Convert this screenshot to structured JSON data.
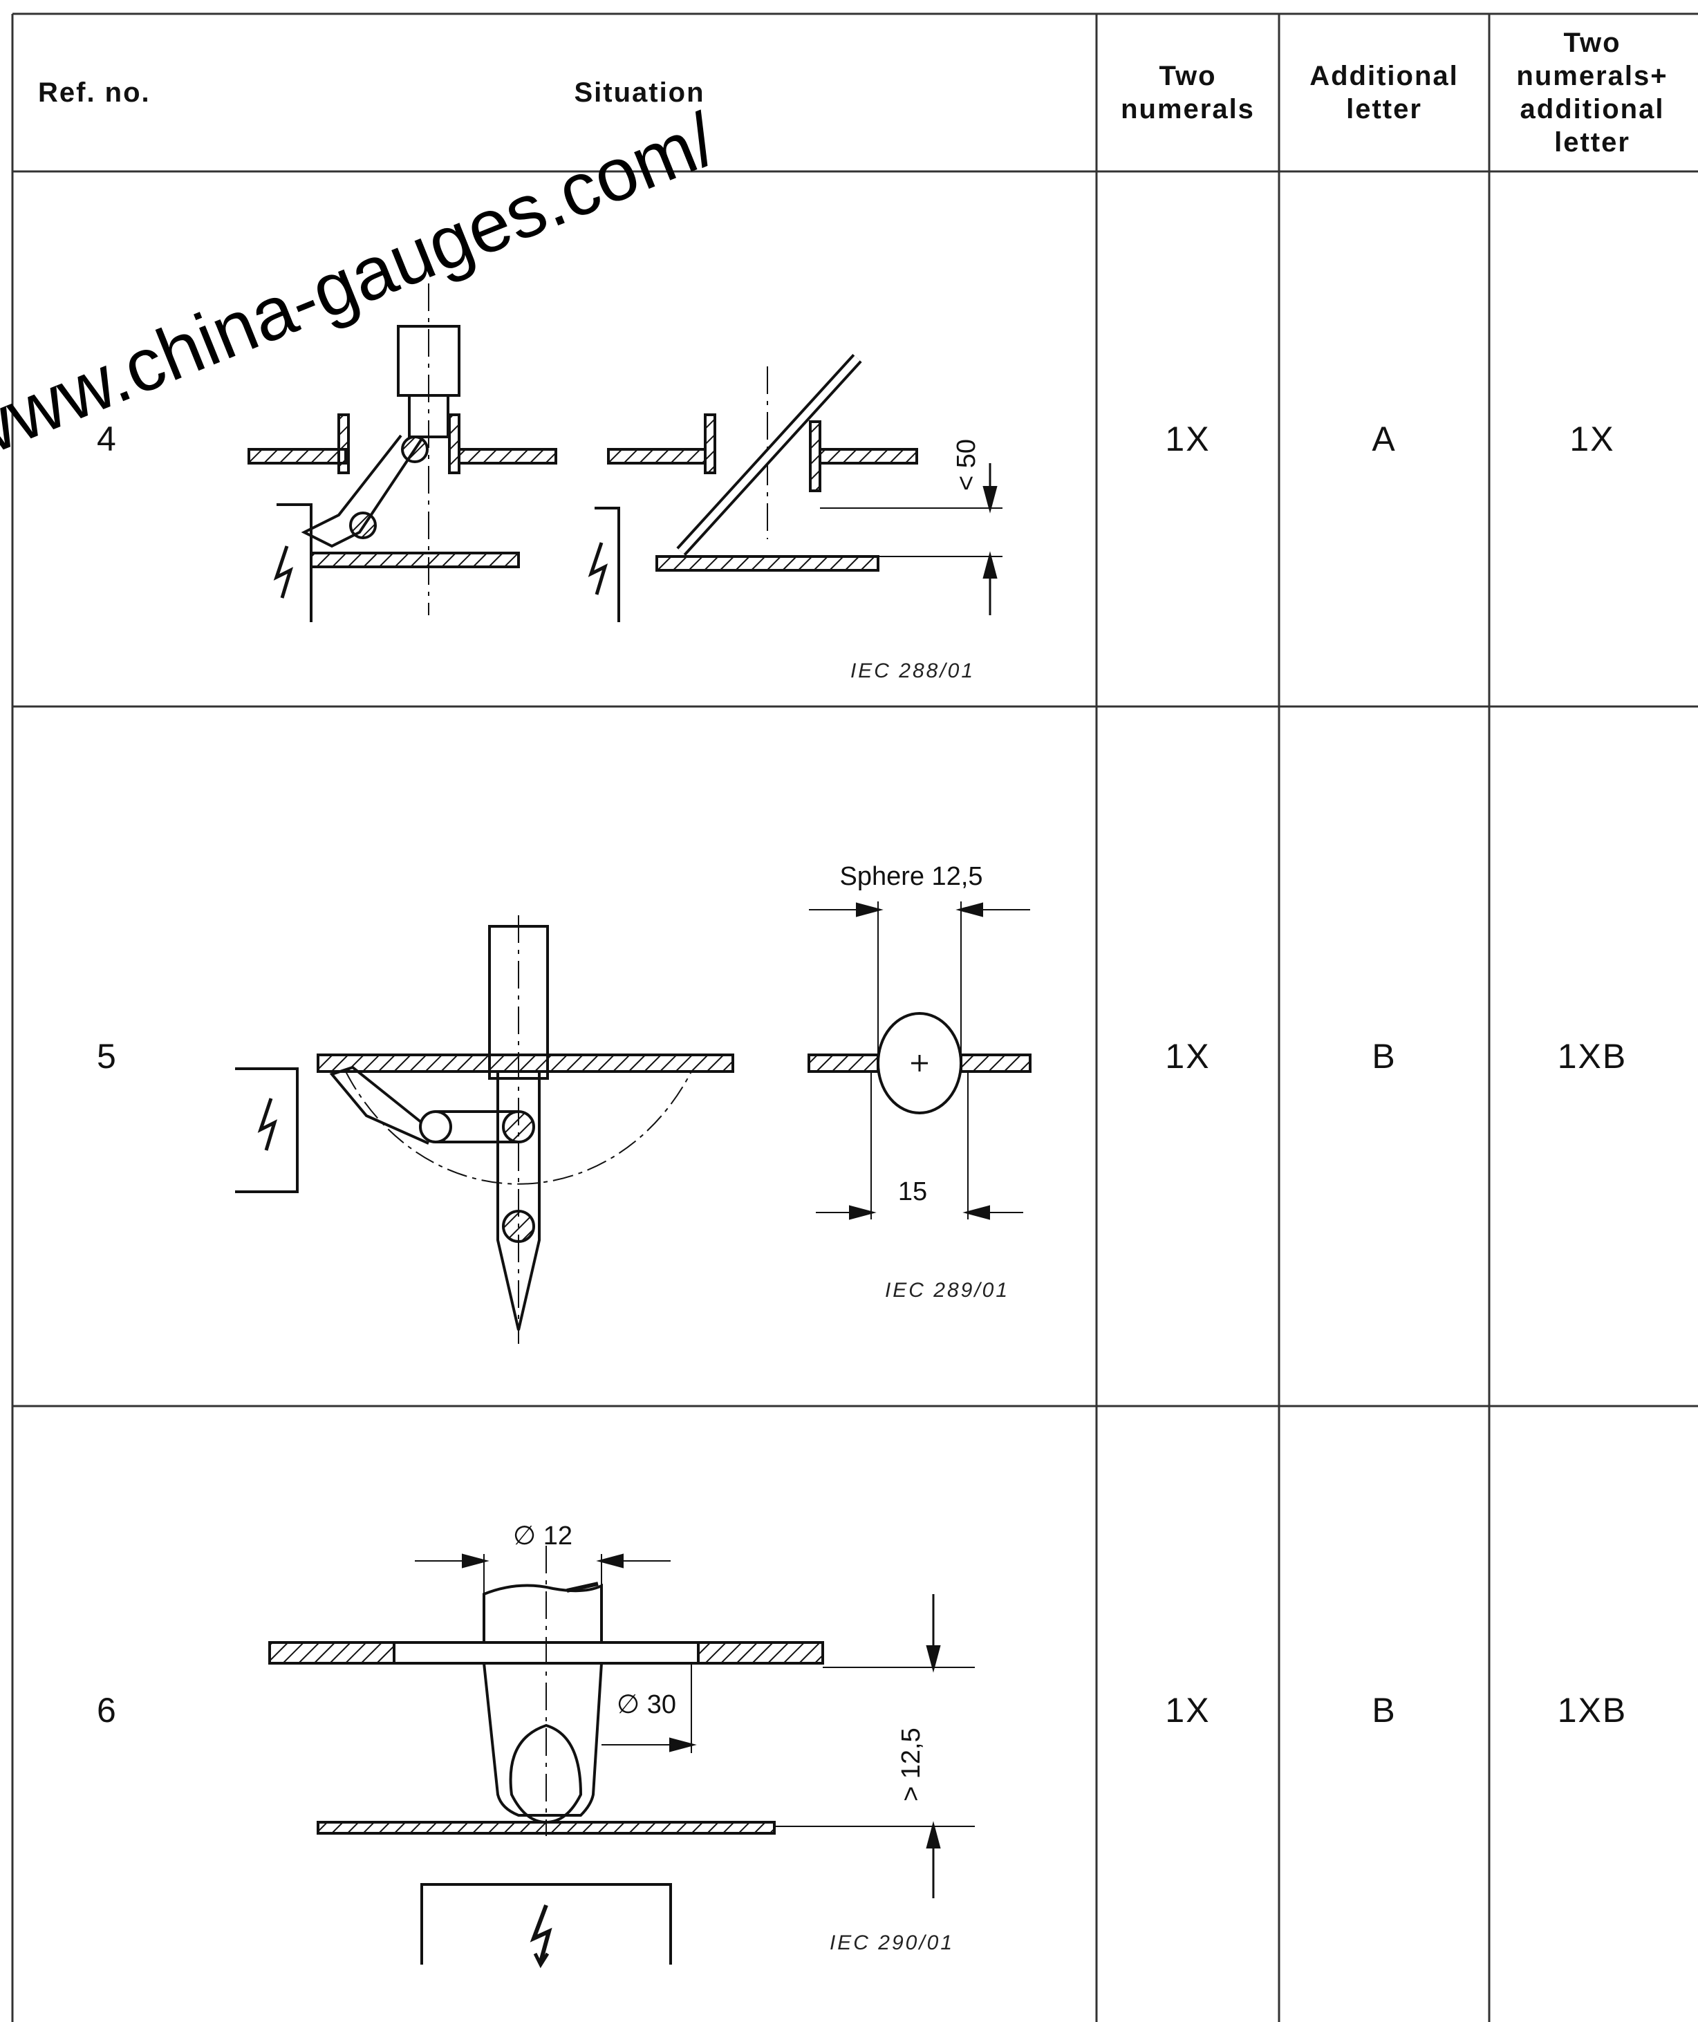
{
  "table": {
    "headers": {
      "ref_no": "Ref. no.",
      "situation": "Situation",
      "two_numerals": "Two numerals",
      "additional_letter": "Additional letter",
      "two_numerals_additional_letter": "Two numerals+ additional letter"
    },
    "rows": [
      {
        "ref": "4",
        "two_numerals": "1X",
        "additional_letter": "A",
        "combined": "1X",
        "figure": {
          "dimension_label": "< 50",
          "caption": "IEC 288/01"
        }
      },
      {
        "ref": "5",
        "two_numerals": "1X",
        "additional_letter": "B",
        "combined": "1XB",
        "figure": {
          "sphere_label": "Sphere 12,5",
          "width_label": "15",
          "caption": "IEC 289/01"
        }
      },
      {
        "ref": "6",
        "two_numerals": "1X",
        "additional_letter": "B",
        "combined": "1XB",
        "figure": {
          "diameter_top": "∅ 12",
          "diameter_mid": "∅ 30",
          "gap_label": "> 12,5",
          "caption": "IEC 290/01"
        }
      }
    ]
  },
  "watermark": "www.china-gauges.com/"
}
